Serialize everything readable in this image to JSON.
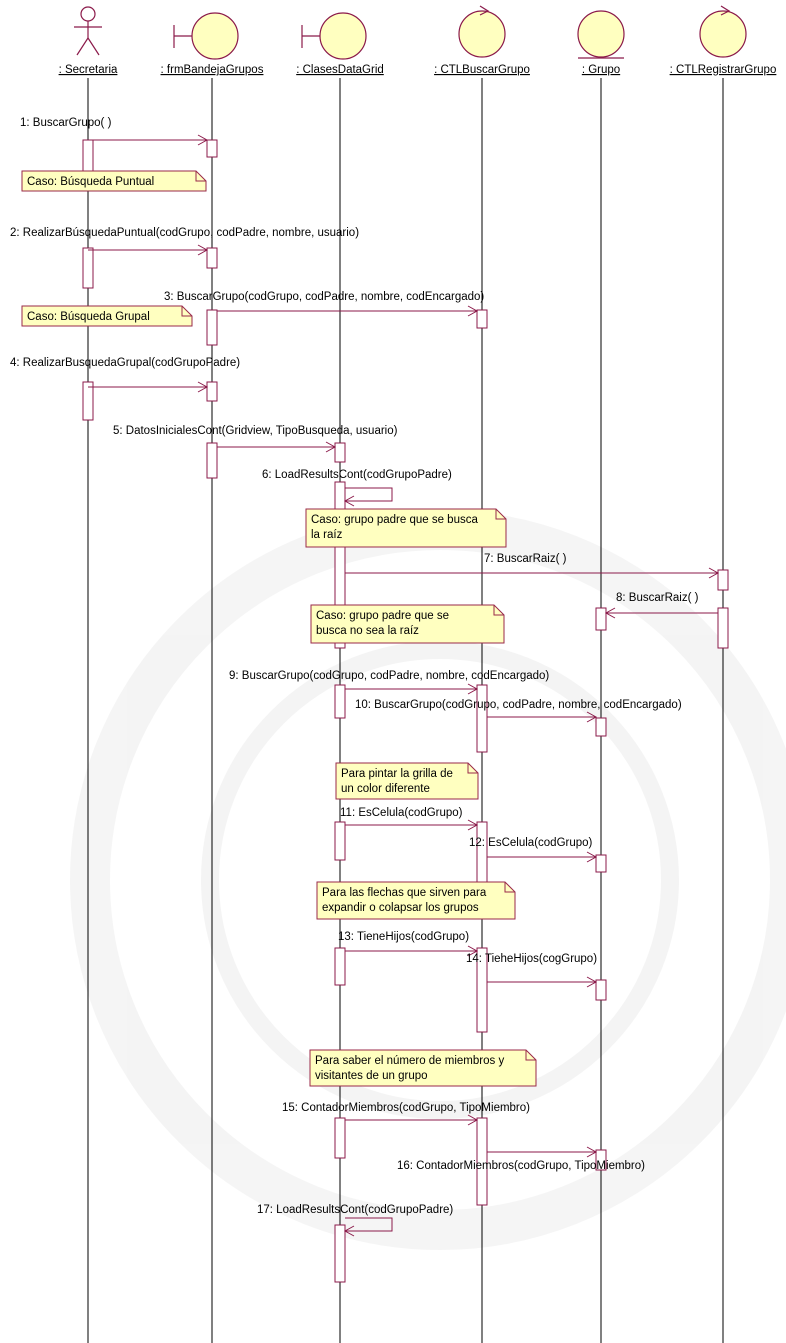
{
  "colors": {
    "line": "#8b1a4a",
    "note_fill": "#ffffc0",
    "note_border": "#9a2a4a",
    "actor_fill": "#ffffff",
    "object_fill": "#ffffc0",
    "text": "#000000"
  },
  "lifelines": [
    {
      "label": ": Secretaria",
      "kind": "actor"
    },
    {
      "label": ": frmBandejaGrupos",
      "kind": "boundary"
    },
    {
      "label": ": ClasesDataGrid",
      "kind": "boundary"
    },
    {
      "label": ": CTLBuscarGrupo",
      "kind": "control"
    },
    {
      "label": ": Grupo",
      "kind": "entity"
    },
    {
      "label": ": CTLRegistrarGrupo",
      "kind": "control"
    }
  ],
  "messages": [
    {
      "label": "1: BuscarGrupo( )"
    },
    {
      "label": "2: RealizarBúsquedaPuntual(codGrupo, codPadre, nombre, usuario)"
    },
    {
      "label": "3: BuscarGrupo(codGrupo, codPadre, nombre, codEncargado)"
    },
    {
      "label": "4: RealizarBusquedaGrupal(codGrupoPadre)"
    },
    {
      "label": "5: DatosInicialesCont(Gridview, TipoBusqueda, usuario)"
    },
    {
      "label": "6: LoadResultsCont(codGrupoPadre)"
    },
    {
      "label": "7: BuscarRaiz( )"
    },
    {
      "label": "8: BuscarRaiz( )"
    },
    {
      "label": "9: BuscarGrupo(codGrupo, codPadre, nombre, codEncargado)"
    },
    {
      "label": "10: BuscarGrupo(codGrupo, codPadre, nombre, codEncargado)"
    },
    {
      "label": "11: EsCelula(codGrupo)"
    },
    {
      "label": "12: EsCelula(codGrupo)"
    },
    {
      "label": "13: TieneHijos(codGrupo)"
    },
    {
      "label": "14: TieheHijos(cogGrupo)"
    },
    {
      "label": "15: ContadorMiembros(codGrupo, TipoMiembro)"
    },
    {
      "label": "16: ContadorMiembros(codGrupo, TipoMiembro)"
    },
    {
      "label": "17: LoadResultsCont(codGrupoPadre)"
    }
  ],
  "notes": [
    {
      "lines": [
        "Caso: Búsqueda Puntual"
      ]
    },
    {
      "lines": [
        "Caso: Búsqueda Grupal"
      ]
    },
    {
      "lines": [
        "Caso: grupo  padre que se busca",
        " la raíz"
      ]
    },
    {
      "lines": [
        "Caso: grupo padre que se",
        "busca no sea la raíz"
      ]
    },
    {
      "lines": [
        "Para pintar la grilla de",
        "un color diferente"
      ]
    },
    {
      "lines": [
        "Para las flechas que sirven para",
        "expandir o colapsar los grupos"
      ]
    },
    {
      "lines": [
        "Para saber el número de miembros y",
        "visitantes de un grupo"
      ]
    }
  ]
}
